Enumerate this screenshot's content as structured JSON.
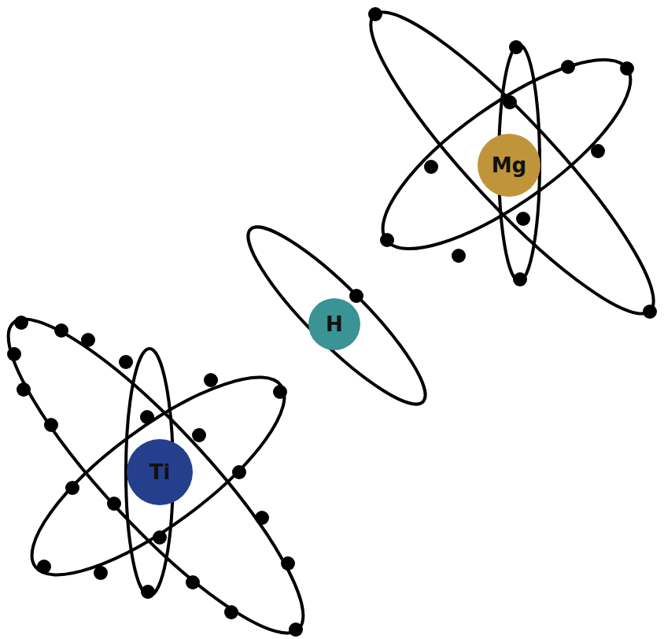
{
  "diagram": {
    "nodes": [
      {
        "text": [
          "Mg"
        ]
      },
      {
        "text": [
          "H"
        ]
      },
      {
        "text": [
          "Ti"
        ]
      }
    ]
  }
}
